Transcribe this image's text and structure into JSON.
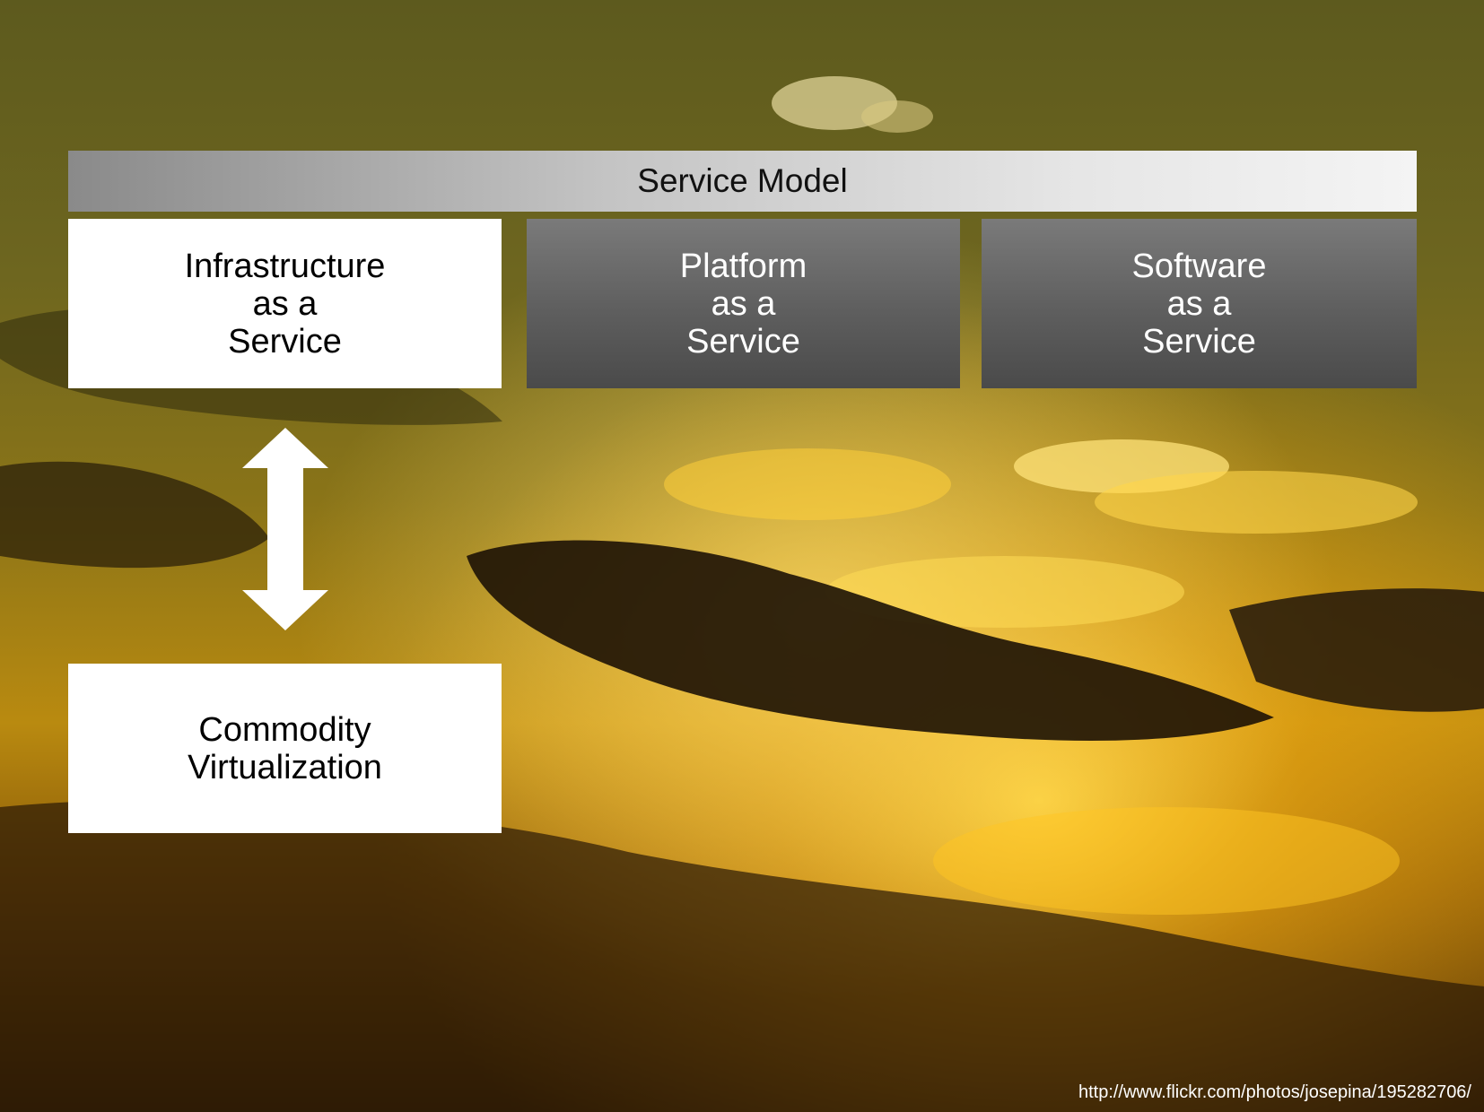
{
  "header": {
    "title": "Service Model"
  },
  "service_models": [
    {
      "lines": [
        "Infrastructure",
        "as a",
        "Service"
      ]
    },
    {
      "lines": [
        "Platform",
        "as a",
        "Service"
      ]
    },
    {
      "lines": [
        "Software",
        "as a",
        "Service"
      ]
    }
  ],
  "commodity": {
    "lines": [
      "Commodity",
      "Virtualization"
    ]
  },
  "footer": {
    "credit": "http://www.flickr.com/photos/josepina/195282706/"
  },
  "colors": {
    "sky_gold": "#f5b81a",
    "sky_dark": "#2a1a05",
    "box_white": "#ffffff",
    "box_grey": "#5e5e5e"
  },
  "icons": {
    "connector": "double-headed-vertical-arrow-icon"
  }
}
